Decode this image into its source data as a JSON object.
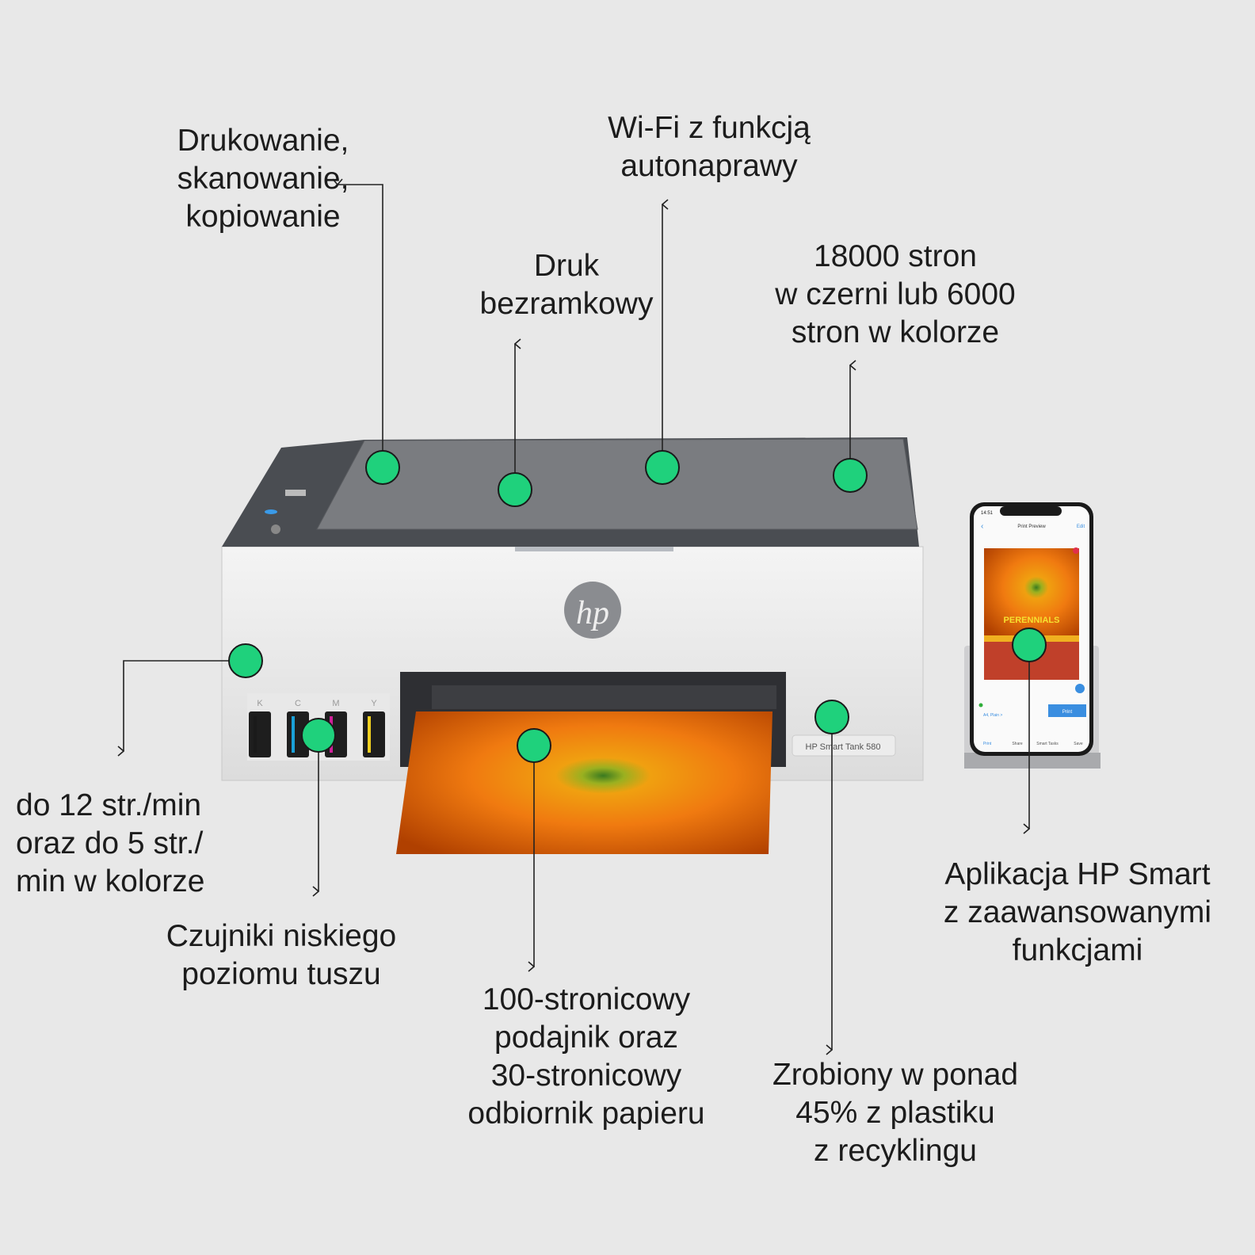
{
  "callouts": {
    "functions": "Drukowanie,\nskanowanie,\nkopiowanie",
    "borderless": "Druk\nbezramkowy",
    "wifi": "Wi-Fi z funkcją\nautonaprawy",
    "yield": "18000 stron\nw czerni lub 6000\nstron w kolorze",
    "speed": "do 12 str./min\noraz do 5 str./\nmin w kolorze",
    "sensors": "Czujniki niskiego\npoziomu tuszu",
    "tray": "100-stronicowy\npodajnik oraz\n30-stronicowy\nodbiornik papieru",
    "recycled": "Zrobiony w ponad\n45% z plastiku\nz recyklingu",
    "app": "Aplikacja HP Smart\nz zaawansowanymi\nfunkcjami"
  },
  "printer": {
    "logo": "hp",
    "model_label": "HP Smart Tank 580",
    "ink_labels": [
      "K",
      "C",
      "M",
      "Y"
    ],
    "ink_colors": [
      "#1a1a1a",
      "#1aa0d8",
      "#d0209a",
      "#f0d020"
    ]
  },
  "phone": {
    "time": "14:51",
    "title": "Print Preview",
    "edit": "Edit",
    "paper": "A4, Plain >",
    "print_button": "Print",
    "nav": [
      "Print",
      "Share",
      "Smart Tasks",
      "Save"
    ],
    "cover_text": "PERENNIALS"
  },
  "colors": {
    "hotspot": "#1fd17c",
    "background": "#e8e8e8",
    "accent_blue": "#3a8ee0"
  }
}
